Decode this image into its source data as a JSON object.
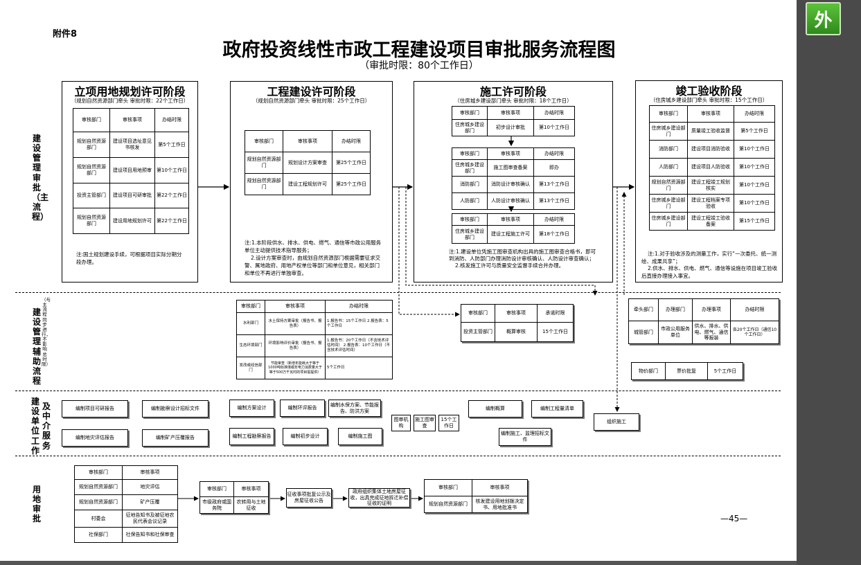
{
  "attachment": "附件8",
  "title": "政府投资线性市政工程建设项目审批服务流程图",
  "subtitle": "（审批时限：80个工作日）",
  "ext_button": "外",
  "page_number": "—45—",
  "lanes": {
    "main": "建设管理审批（主流程）",
    "aux": "建设管理辅助流程",
    "aux_note": "（与主流程同步进行，不影响总时限）",
    "unit": "建设单位工作",
    "agency": "及中介服务",
    "land": "用地审批"
  },
  "headers": {
    "dept": "审核部门",
    "item": "审核事项",
    "time": "办结时限",
    "promise": "承诺时限",
    "lead": "牵头部门",
    "handle": "办理部门",
    "handle_item": "办理事项"
  },
  "stage1": {
    "title": "立项用地规划许可阶段",
    "sub": "（规划自然资源部门牵头 审批时限：22个工作日）",
    "rows": [
      [
        "规划自然资源部门",
        "建设项目选址意见书核发",
        "第5个工作日"
      ],
      [
        "规划自然资源部门",
        "建设项目用地预审",
        "第10个工作日"
      ],
      [
        "投资主管部门",
        "建设项目可研审批",
        "第22个工作日"
      ],
      [
        "规划自然资源部门",
        "建设用地规划许可",
        "第22个工作日"
      ]
    ],
    "note": "注:国土规划建设手续，可根据项目实际分期分段办理。"
  },
  "stage2": {
    "title": "工程建设许可阶段",
    "sub": "（规划自然资源部门牵头 审批时限：25个工作日）",
    "rows": [
      [
        "规划自然资源部门",
        "规划设计方案审查",
        "第25个工作日"
      ],
      [
        "规划自然资源部门",
        "建设工程规划许可",
        "第25个工作日"
      ]
    ],
    "note1": "注:1.本阶段供水、排水、供电、燃气、通信等市政公用服务单位主动提供技术指导服务；",
    "note2": "2.设计方案审查时，由规划自然资源部门根据需要征求交警、属地政府、用地产权单位等部门和单位意见，相关部门和单位不再进行单独审查。"
  },
  "stage3": {
    "title": "施工许可阶段",
    "sub": "（住房城乡建设部门牵头 审批时限：18个工作日）",
    "t1": [
      [
        "住房城乡建设部门",
        "初步设计审批",
        "第10个工作日"
      ]
    ],
    "t2": [
      [
        "住房城乡建设部门",
        "施工图审查备案",
        "即办"
      ],
      [
        "消防部门",
        "消防设计审核确认",
        "第13个工作日"
      ],
      [
        "人防部门",
        "人防设计审核确认",
        "第13个工作日"
      ]
    ],
    "t3": [
      [
        "住房城乡建设部门",
        "建设工程施工许可",
        "第18个工作日"
      ]
    ],
    "note1": "注:1.建设单位凭施工图审查机构出具的施工图审查合格书，即可到消防、人防部门办理消防设计审核确认、人防设计审查确认；",
    "note2": "2.核发施工许可与质量安全监督手续合并办理。"
  },
  "stage4": {
    "title": "竣工验收阶段",
    "sub": "（住房城乡建设部门牵头 审批时限：15个工作日）",
    "rows": [
      [
        "住房城乡建设部门",
        "质量竣工验收监督",
        "第5个工作日"
      ],
      [
        "消防部门",
        "建设项目消防验收",
        "第10个工作日"
      ],
      [
        "人防部门",
        "建设项目人防验收",
        "第10个工作日"
      ],
      [
        "规划自然资源部门",
        "建设工程竣工规划核实",
        "第10个工作日"
      ],
      [
        "住房城乡建设部门",
        "建设工程档案专项验收",
        "第10个工作日"
      ],
      [
        "住房城乡建设部门",
        "建设工程竣工验收备案",
        "第15个工作日"
      ]
    ],
    "note1": "注:1.对于验收涉及的测量工作，实行“一次委托、统一测绘、成果共享”；",
    "note2": "2.供水、排水、供电、燃气、通信等设施在项目竣工验收后直接办理接入事宜。"
  },
  "aux1": [
    [
      "水利部门",
      "水土保持方案审批（报告书、报告表）",
      "1.报告书：15个工作日 2.报告表：5个工作日"
    ],
    [
      "生态环境部门",
      "环境影响评价审批（报告书、报告表）",
      "1.报告书：20个工作日（不含技术评估时间） 2.报告表：10个工作日（不含技术评估时间）"
    ],
    [
      "发改或经信部门",
      "节能审查（新增年能耗大于等于1000吨标准煤或年电力消费量大于等于500万千瓦时的项目需提供）",
      "5个工作日"
    ]
  ],
  "aux2": [
    [
      "投资主管部门",
      "概算审核",
      "15个工作日"
    ]
  ],
  "aux3": [
    [
      "城管部门",
      "市政公用服务单位",
      "供水、排水、供电、燃气、通信等报装",
      "各20个工作日（通信10个工作日）"
    ]
  ],
  "aux4": [
    "物价部门",
    "票价批复",
    "5个工作日"
  ],
  "unit": {
    "b1": "编制项目可研报告",
    "b2": "编制勘察设计招标文件",
    "b3": "编制地灾评估报告",
    "b4": "编制矿产压覆报告",
    "b5": "编制方案设计",
    "b6": "编制环评报告",
    "b7": "编制水保方案、节能报告、防洪方案",
    "b8": "编制工程勘察报告",
    "b9": "编制初步设计",
    "b10": "编制施工图",
    "r1": "图审机构",
    "r2": "施工图审查",
    "r3": "15个工作日",
    "b11": "编制概算",
    "b12": "编制工程量清单",
    "b13": "编制施工、监理招标文件",
    "b14": "组织施工"
  },
  "land": {
    "t1": [
      [
        "规划自然资源部门",
        "地灾评估"
      ],
      [
        "规划自然资源部门",
        "矿产压覆"
      ],
      [
        "村委会",
        "征地告知书及被征地农民代表会议记录"
      ],
      [
        "社保部门",
        "社保告知书和社保审查"
      ]
    ],
    "t2": [
      [
        "市级政府或国务院",
        "农转用与土地征收"
      ]
    ],
    "s1": "征收事项批复公示及房屋征收公告",
    "s2": "政府组织集体土地房屋征收，出具完成征地拆迁补偿征收的证明",
    "t3": [
      [
        "规划自然资源部门",
        "核发建设用地划拨决定书、用地批准书"
      ]
    ]
  }
}
